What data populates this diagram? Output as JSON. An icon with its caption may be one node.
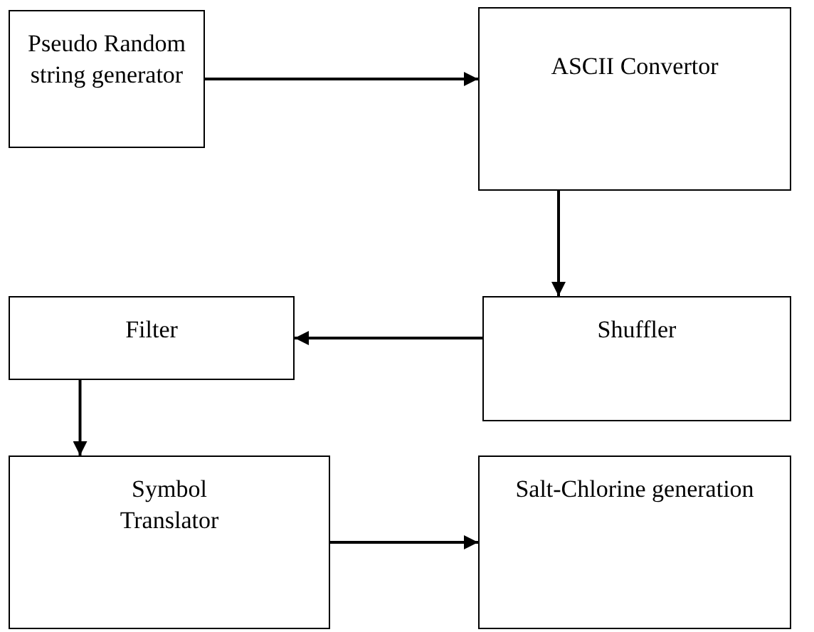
{
  "diagram": {
    "nodes": [
      {
        "text": [
          "Pseudo Random string generator"
        ]
      },
      {
        "text": [
          "ASCII Convertor"
        ]
      },
      {
        "text": [
          "Shuffler"
        ]
      },
      {
        "text": [
          "Filter"
        ]
      },
      {
        "text": [
          "Symbol Translator"
        ]
      },
      {
        "text": [
          "Salt-Chlorine generation"
        ]
      }
    ],
    "edges": [
      {
        "from": 0,
        "to": 1,
        "arrow": "to"
      },
      {
        "from": 1,
        "to": 2,
        "arrow": "to"
      },
      {
        "from": 2,
        "to": 3,
        "arrow": "to"
      },
      {
        "from": 3,
        "to": 4,
        "arrow": "to"
      },
      {
        "from": 4,
        "to": 5,
        "arrow": "to"
      }
    ]
  }
}
